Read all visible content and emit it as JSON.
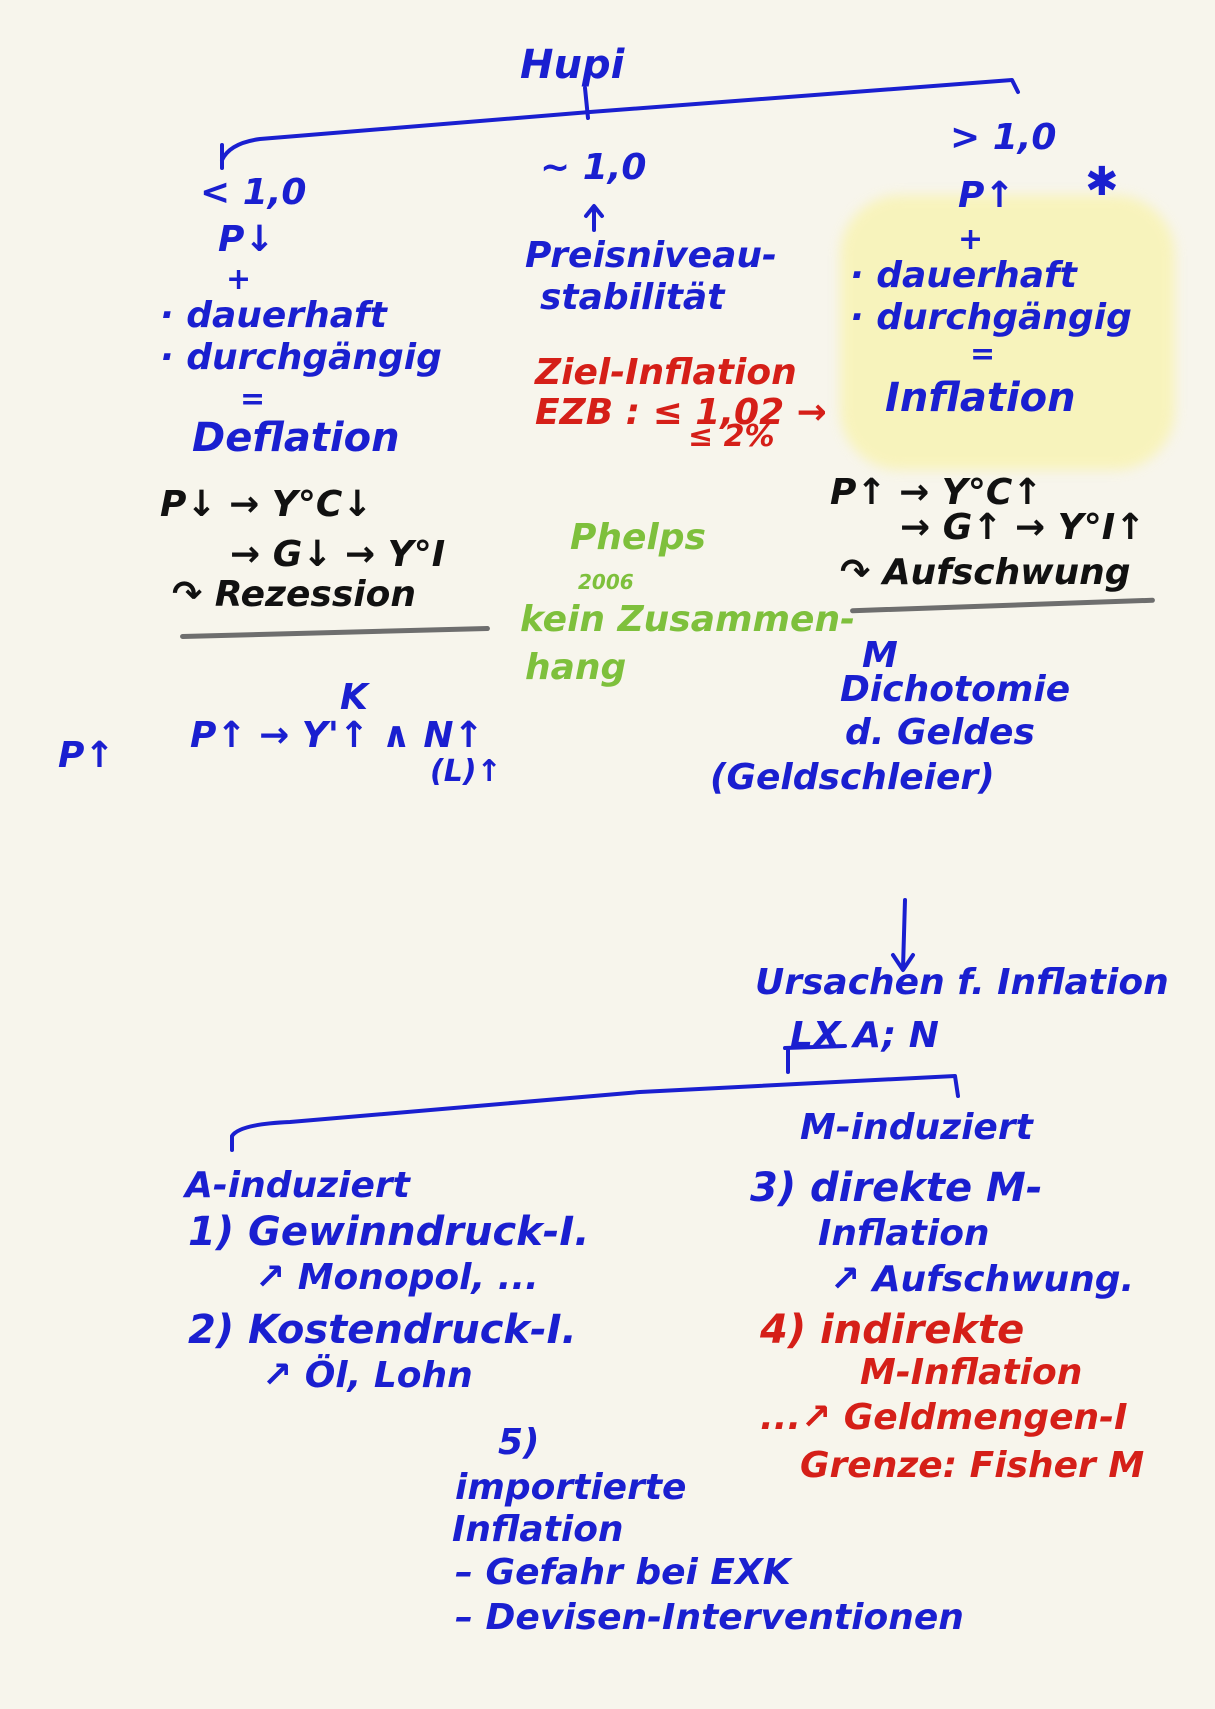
{
  "colors": {
    "ink_blue": "#1a1fd0",
    "ink_red": "#d51f18",
    "ink_green": "#7ec03c",
    "ink_black": "#111111",
    "highlight_yellow": "#f8f3b4",
    "rule_gray": "#6e6e6e",
    "paper": "#f7f5ec"
  },
  "top": {
    "title": "Hupi",
    "left": {
      "condition": "< 1,0",
      "price": "P↓",
      "plus": "+",
      "line1": "· dauerhaft",
      "line2": "· durchgängig",
      "equals": "=",
      "result": "Deflation",
      "chain1": "P↓ → Y°C↓",
      "chain2": "→ G↓ → Y°I",
      "chain3": "↷ Rezession"
    },
    "middle": {
      "condition": "~ 1,0",
      "arrow": "↑",
      "result_line1": "Preisniveau-",
      "result_line2": "stabilität",
      "target_line1": "Ziel-Inflation",
      "target_line2": "EZB  :  ≤ 1,02 →",
      "target_line3": "≤ 2%",
      "phelps": "Phelps",
      "phelps_year": "2006",
      "phelps_line1": "kein Zusammen-",
      "phelps_line2": "hang"
    },
    "right": {
      "condition": "> 1,0",
      "price": "P↑",
      "star": "✱",
      "plus": "+",
      "line1": "· dauerhaft",
      "line2": "· durchgängig",
      "equals": "=",
      "result": "Inflation",
      "chain1": "P↑ → Y°C↑",
      "chain2": "→ G↑ → Y°I↑",
      "chain3": "↷ Aufschwung",
      "label_m": "M",
      "dichotomy1": "Dichotomie",
      "dichotomy2": "d. Geldes",
      "dichotomy3": "(Geldschleier)"
    },
    "bottom_left": {
      "label_k": "K",
      "p_side": "P↑",
      "chain": "P↑ → Y'↑ ∧ N↑",
      "chain_sub": "(L)↑"
    }
  },
  "bottom": {
    "title": "Ursachen f. Inflation",
    "sub": "LX A; N",
    "left": {
      "heading": "A-induziert",
      "item1": "1) Gewinndruck-I.",
      "item1_sub": "↗ Monopol, ...",
      "item2": "2) Kostendruck-I.",
      "item2_sub": "↗ Öl, Lohn"
    },
    "right": {
      "heading": "M-induziert",
      "item3_line1": "3) direkte M-",
      "item3_line2": "Inflation",
      "item3_sub": "↗ Aufschwung.",
      "item4_line1": "4) indirekte",
      "item4_line2": "M-Inflation",
      "item4_sub": "...↗ Geldmengen-I",
      "item4_limit": "Grenze: Fisher M"
    },
    "center": {
      "item5": "5)",
      "item5_line1": "importierte",
      "item5_line2": "Inflation",
      "item5_line3": "– Gefahr bei EXK",
      "item5_line4": "– Devisen-Interventionen"
    }
  }
}
